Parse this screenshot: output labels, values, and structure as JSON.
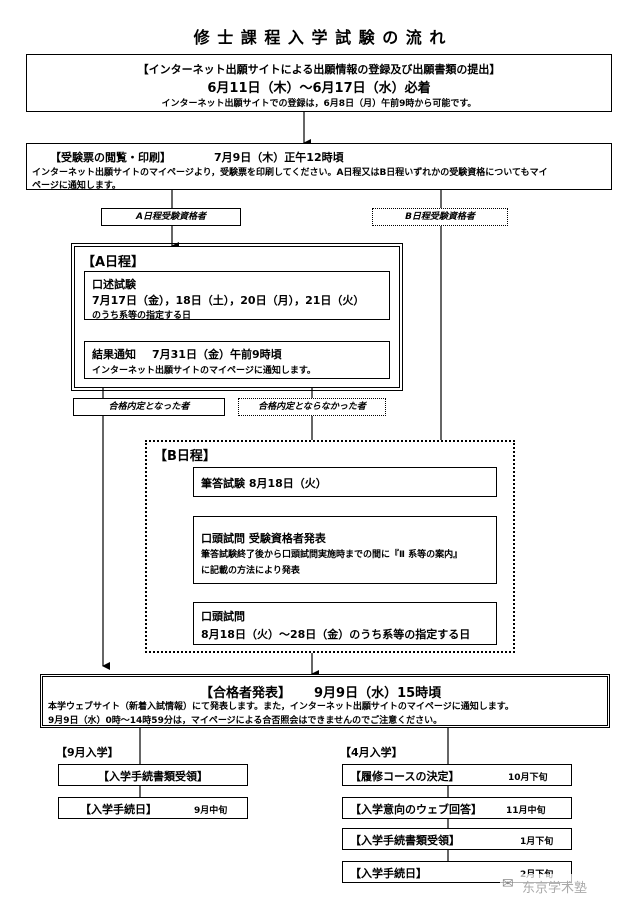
{
  "title": "修 士 課 程 入 学 試 験 の 流 れ",
  "step1": {
    "heading": "【インターネット出願サイトによる出願情報の登録及び出願書類の提出】",
    "dates": "6月11日（木）～6月17日（水）必着",
    "note": "インターネット出願サイトでの登録は，6月8日（月）午前9時から可能です。"
  },
  "step2": {
    "heading": "【受験票の閲覧・印刷】",
    "date": "7月9日（木）正午12時頃",
    "note_line1": "インターネット出願サイトのマイページより，受験票を印刷してください。A日程又はB日程いずれかの受験資格についてもマイ",
    "note_line2": "ページに通知します。"
  },
  "tag_a": "A日程受験資格者",
  "tag_b": "B日程受験資格者",
  "a_schedule": {
    "heading": "【A日程】",
    "oral_title": "口述試験",
    "oral_dates": "7月17日（金），18日（土），20日（月），21日（火）",
    "oral_note": "のうち系等の指定する日",
    "result_title": "結果通知",
    "result_date": "7月31日（金）午前9時頃",
    "result_note": "インターネット出願サイトのマイページに通知します。"
  },
  "tag_pass": "合格内定となった者",
  "tag_fail": "合格内定とならなかった者",
  "b_schedule": {
    "heading": "【B日程】",
    "written": "筆答試験 8月18日（火）",
    "oral_announce_title": "口頭試問 受験資格者発表",
    "oral_announce_note1": "筆答試験終了後から口頭試問実施時までの間に『Ⅱ 系等の案内』",
    "oral_announce_note2": "に記載の方法により発表",
    "oral_title": "口頭試問",
    "oral_dates": "8月18日（火）～28日（金）のうち系等の指定する日"
  },
  "result": {
    "heading": "【合格者発表】",
    "date": "9月9日（水）15時頃",
    "note1": "本学ウェブサイト（新着入試情報）にて発表します。また，インターネット出願サイトのマイページに通知します。",
    "note2": "9月9日（水）0時～14時59分は，マイページによる合否照会はできませんのでご注意ください。"
  },
  "sept": {
    "heading": "【9月入学】",
    "items": [
      {
        "label": "【入学手続書類受領】",
        "when": ""
      },
      {
        "label": "【入学手続日】",
        "when": "9月中旬"
      }
    ]
  },
  "april": {
    "heading": "【4月入学】",
    "items": [
      {
        "label": "【履修コースの決定】",
        "when": "10月下旬"
      },
      {
        "label": "【入学意向のウェブ回答】",
        "when": "11月中旬"
      },
      {
        "label": "【入学手続書類受領】",
        "when": "1月下旬"
      },
      {
        "label": "【入学手続日】",
        "when": "2月下旬"
      }
    ]
  },
  "watermark": "东京学术塾"
}
